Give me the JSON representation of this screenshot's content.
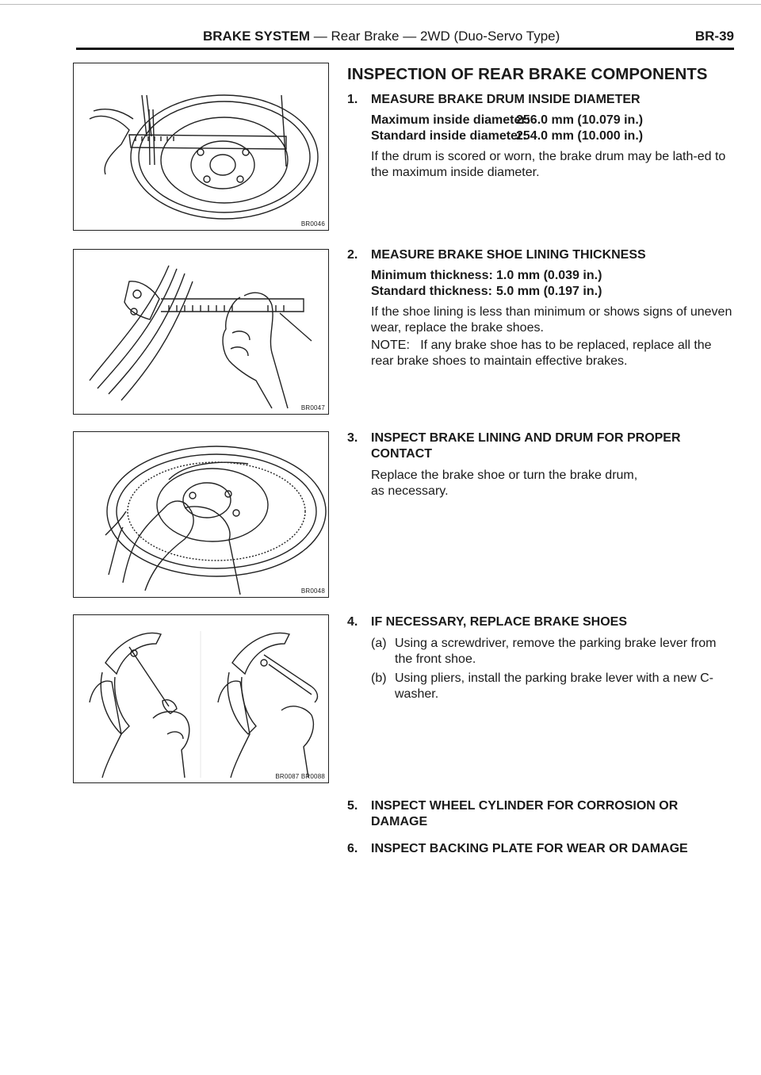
{
  "header": {
    "section": "BRAKE SYSTEM",
    "subtitle": " — Rear Brake — 2WD (Duo-Servo Type)",
    "page": "BR-39"
  },
  "figures": [
    {
      "code": "BR0046"
    },
    {
      "code": "BR0047"
    },
    {
      "code": "BR0048"
    },
    {
      "code": "BR0087 BR0088"
    }
  ],
  "main_heading": "INSPECTION OF REAR BRAKE COMPONENTS",
  "steps": [
    {
      "number": "1.",
      "title": "MEASURE BRAKE DRUM INSIDE DIAMETER",
      "specs": [
        {
          "label": "Maximum inside diameter:",
          "value": "256.0 mm (10.079 in.)"
        },
        {
          "label": "Standard inside diameter:",
          "value": "254.0 mm (10.000 in.)"
        }
      ],
      "text": "If the drum is scored or worn, the brake drum may be lath-ed to the maximum inside diameter."
    },
    {
      "number": "2.",
      "title": "MEASURE BRAKE SHOE LINING THICKNESS",
      "specs": [
        {
          "label": "Minimum thickness:",
          "value": "1.0 mm (0.039 in.)"
        },
        {
          "label": "Standard thickness:",
          "value": "5.0 mm (0.197 in.)"
        }
      ],
      "text": "If the shoe lining is less than minimum or shows signs of uneven wear, replace the brake shoes.",
      "note_label": "NOTE:",
      "note": "If any brake shoe has to be replaced, replace all the rear brake shoes to maintain effective brakes."
    },
    {
      "number": "3.",
      "title": "INSPECT BRAKE LINING AND DRUM FOR PROPER CONTACT",
      "text": "Replace the brake shoe or turn the brake drum, as necessary."
    },
    {
      "number": "4.",
      "title": "IF NECESSARY, REPLACE BRAKE SHOES",
      "substeps": [
        {
          "letter": "(a)",
          "text": "Using a screwdriver, remove the parking brake lever from the front shoe."
        },
        {
          "letter": "(b)",
          "text": "Using pliers, install the parking brake lever with a new C-washer."
        }
      ]
    },
    {
      "number": "5.",
      "title": "INSPECT WHEEL CYLINDER FOR CORROSION OR DAMAGE"
    },
    {
      "number": "6.",
      "title": "INSPECT BACKING PLATE FOR WEAR OR DAMAGE"
    }
  ]
}
